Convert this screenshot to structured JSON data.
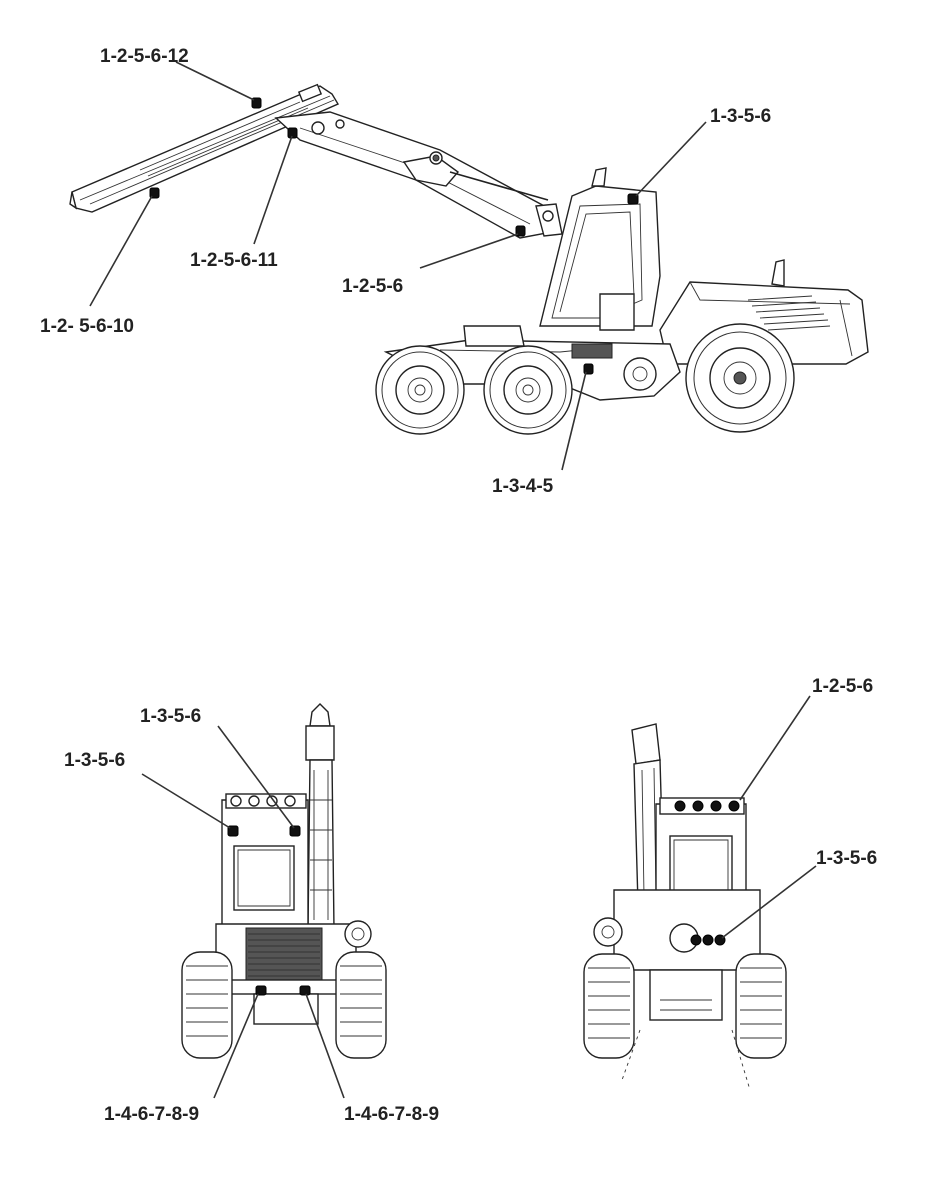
{
  "diagram": {
    "views": {
      "side": {
        "labels": [
          {
            "id": "boom-tip",
            "text": "1-2-5-6-12"
          },
          {
            "id": "boom-mid",
            "text": "1-2-5-6-11"
          },
          {
            "id": "boom-end",
            "text": "1-2- 5-6-10"
          },
          {
            "id": "crane-base",
            "text": "1-2-5-6"
          },
          {
            "id": "cab-roof",
            "text": "1-3-5-6"
          },
          {
            "id": "frame",
            "text": "1-3-4-5"
          }
        ]
      },
      "front": {
        "labels": [
          {
            "id": "roof-right",
            "text": "1-3-5-6"
          },
          {
            "id": "roof-left",
            "text": "1-3-5-6"
          },
          {
            "id": "bumper-left",
            "text": "1-4-6-7-8-9"
          },
          {
            "id": "bumper-right",
            "text": "1-4-6-7-8-9"
          }
        ]
      },
      "rear": {
        "labels": [
          {
            "id": "rear-roof",
            "text": "1-2-5-6"
          },
          {
            "id": "rear-lights",
            "text": "1-3-5-6"
          }
        ]
      }
    },
    "colors": {
      "line": "#222222",
      "text": "#222222",
      "lamp": "#111111",
      "background": "#ffffff"
    }
  }
}
